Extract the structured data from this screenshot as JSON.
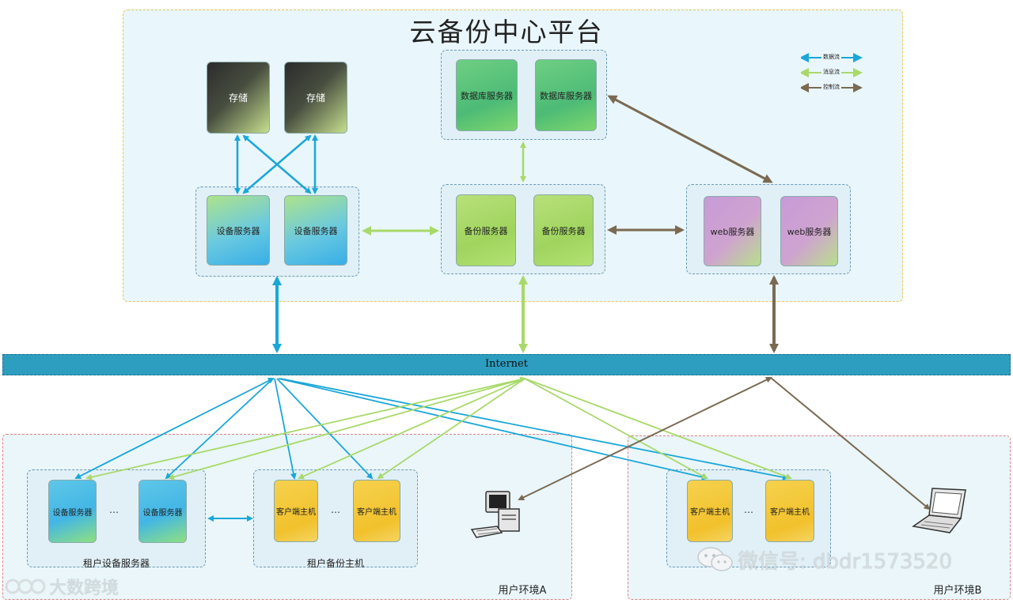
{
  "title": "云备份中心平台",
  "legend": {
    "data_flow": "数据流",
    "message_flow": "消息流",
    "control_flow": "控制流"
  },
  "platform": {
    "storage": [
      "存储",
      "存储"
    ],
    "device_servers": [
      "设备服务器",
      "设备服务器"
    ],
    "db_servers": [
      "数据库服务器",
      "数据库服务器"
    ],
    "backup_servers": [
      "备份服务器",
      "备份服务器"
    ],
    "web_servers": [
      "web服务器",
      "web服务器"
    ]
  },
  "internet_label": "Internet",
  "env_a": {
    "label": "用户环境A",
    "tenant_devices": [
      "设备服务器",
      "设备服务器"
    ],
    "tenant_devices_label": "租户设备服务器",
    "tenant_clients": [
      "客户端主机",
      "客户端主机"
    ],
    "tenant_clients_label": "租户备份主机",
    "ellipsis": "…"
  },
  "env_b": {
    "label": "用户环境B",
    "clients": [
      "客户端主机",
      "客户端主机"
    ],
    "ellipsis": "…"
  },
  "watermarks": {
    "wechat": "微信号: dbdr1573520",
    "brand": "大数跨境"
  },
  "colors": {
    "data_flow": "#1aa7d8",
    "message_flow": "#a8d96a",
    "control_flow": "#7a6a52"
  }
}
